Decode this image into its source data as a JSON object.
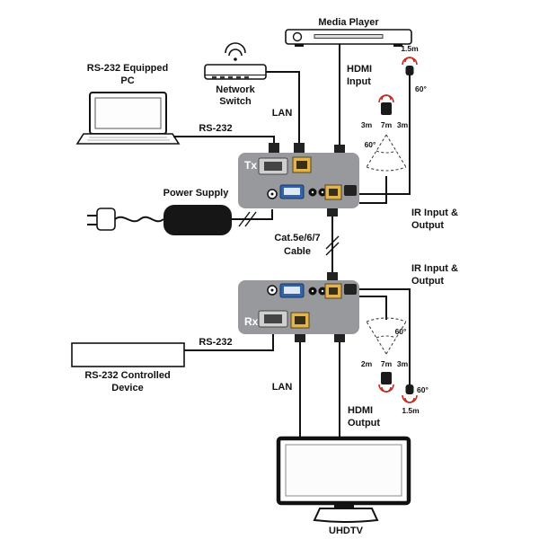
{
  "labels": {
    "media_player": "Media Player",
    "pc_line1": "RS-232 Equipped",
    "pc_line2": "PC",
    "switch_line1": "Network",
    "switch_line2": "Switch",
    "hdmi_in_line1": "HDMI",
    "hdmi_in_line2": "Input",
    "lan_top": "LAN",
    "rs232_top": "RS-232",
    "tx": "Tx",
    "power_supply": "Power Supply",
    "ir_io_line1": "IR Input &",
    "ir_io_line2": "Output",
    "cat_line1": "Cat.5e/6/7",
    "cat_line2": "Cable",
    "rx": "Rx",
    "rs232_bottom": "RS-232",
    "rs232_device_line1": "RS-232 Controlled",
    "rs232_device_line2": "Device",
    "lan_bottom": "LAN",
    "hdmi_out_line1": "HDMI",
    "hdmi_out_line2": "Output",
    "uhdtv": "UHDTV"
  },
  "ir_top": {
    "receiver_range": "1.5m",
    "receiver_angle": "60°",
    "range_left": "3m",
    "range_center": "7m",
    "range_right": "3m",
    "emitter_angle": "60°"
  },
  "ir_bottom": {
    "emitter_angle": "60°",
    "range_left": "2m",
    "range_center": "7m",
    "range_right": "3m",
    "receiver_angle": "60°",
    "receiver_range": "1.5m"
  },
  "colors": {
    "device_box": "#97999c",
    "ir_wave": "#c8281e",
    "vga_blue": "#2f63ae",
    "rj45_yellow": "#e3b44d"
  }
}
